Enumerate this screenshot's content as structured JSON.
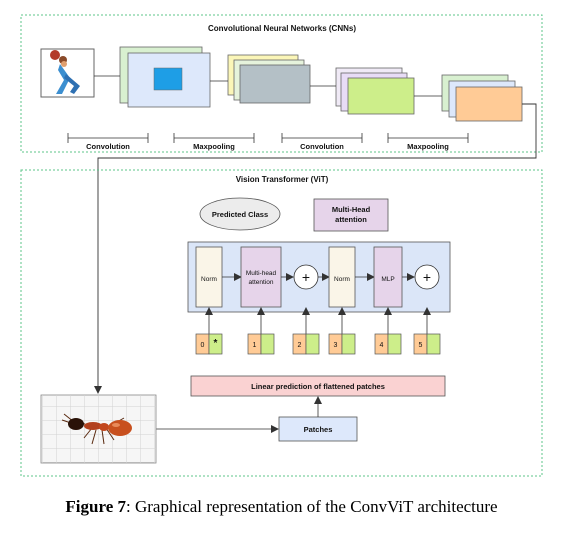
{
  "cnn": {
    "title": "Convolutional Neural Networks (CNNs)",
    "stages": [
      "Convolution",
      "Maxpooling",
      "Convolution",
      "Maxpooling"
    ]
  },
  "vit": {
    "title": "Vision Transformer (ViT)",
    "predicted_class": "Predicted Class",
    "mha_top": [
      "Multi-Head",
      "attention"
    ],
    "blocks": {
      "norm1": "Norm",
      "mha": [
        "Multi-head",
        "attention"
      ],
      "plus": "+",
      "norm2": "Norm",
      "mlp": "MLP"
    },
    "tokens": [
      {
        "index": "0",
        "mark": "*"
      },
      {
        "index": "1",
        "mark": ""
      },
      {
        "index": "2",
        "mark": ""
      },
      {
        "index": "3",
        "mark": ""
      },
      {
        "index": "4",
        "mark": ""
      },
      {
        "index": "5",
        "mark": ""
      }
    ],
    "linear": "Linear prediction of flattened patches",
    "patches": "Patches"
  },
  "caption": {
    "label": "Figure 7",
    "text": ": Graphical representation of the ConvViT architecture"
  },
  "colors": {
    "frame_dash": "#5cc48a",
    "blue_square": "#1e9ee6",
    "green_box": "#d8f0d0",
    "light_blue": "#dde8fb",
    "grey": "#b4c0c6",
    "yellow": "#fbf6b8",
    "lavender": "#e8dcf6",
    "lime": "#cdee8a",
    "orange": "#ffcb96",
    "pink": "#fad2d2",
    "norm_fill": "#faf5e8",
    "mha_fill": "#e6d4ea"
  }
}
